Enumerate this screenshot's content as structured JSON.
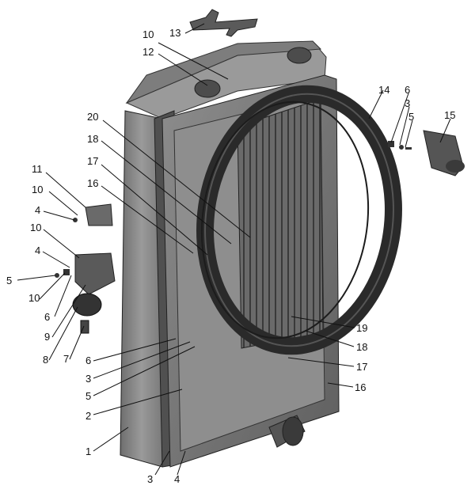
{
  "diagram": {
    "labels": [
      {
        "id": "l13a",
        "text": "13"
      },
      {
        "id": "l10a",
        "text": "10"
      },
      {
        "id": "l12",
        "text": "12"
      },
      {
        "id": "l14",
        "text": "14"
      },
      {
        "id": "l6a",
        "text": "6"
      },
      {
        "id": "l3a",
        "text": "3"
      },
      {
        "id": "l5a",
        "text": "5"
      },
      {
        "id": "l15",
        "text": "15"
      },
      {
        "id": "l20",
        "text": "20"
      },
      {
        "id": "l18a",
        "text": "18"
      },
      {
        "id": "l17a",
        "text": "17"
      },
      {
        "id": "l16a",
        "text": "16"
      },
      {
        "id": "l11",
        "text": "11"
      },
      {
        "id": "l10b",
        "text": "10"
      },
      {
        "id": "l4a",
        "text": "4"
      },
      {
        "id": "l10c",
        "text": "10"
      },
      {
        "id": "l4b",
        "text": "4"
      },
      {
        "id": "l5b",
        "text": "5"
      },
      {
        "id": "l10d",
        "text": "10"
      },
      {
        "id": "l6b",
        "text": "6"
      },
      {
        "id": "l9",
        "text": "9"
      },
      {
        "id": "l8",
        "text": "8"
      },
      {
        "id": "l7",
        "text": "7"
      },
      {
        "id": "l6c",
        "text": "6"
      },
      {
        "id": "l3b",
        "text": "3"
      },
      {
        "id": "l5c",
        "text": "5"
      },
      {
        "id": "l2",
        "text": "2"
      },
      {
        "id": "l1",
        "text": "1"
      },
      {
        "id": "l3c",
        "text": "3"
      },
      {
        "id": "l4c",
        "text": "4"
      },
      {
        "id": "l19",
        "text": "19"
      },
      {
        "id": "l18b",
        "text": "18"
      },
      {
        "id": "l17b",
        "text": "17"
      },
      {
        "id": "l16b",
        "text": "16"
      }
    ]
  }
}
